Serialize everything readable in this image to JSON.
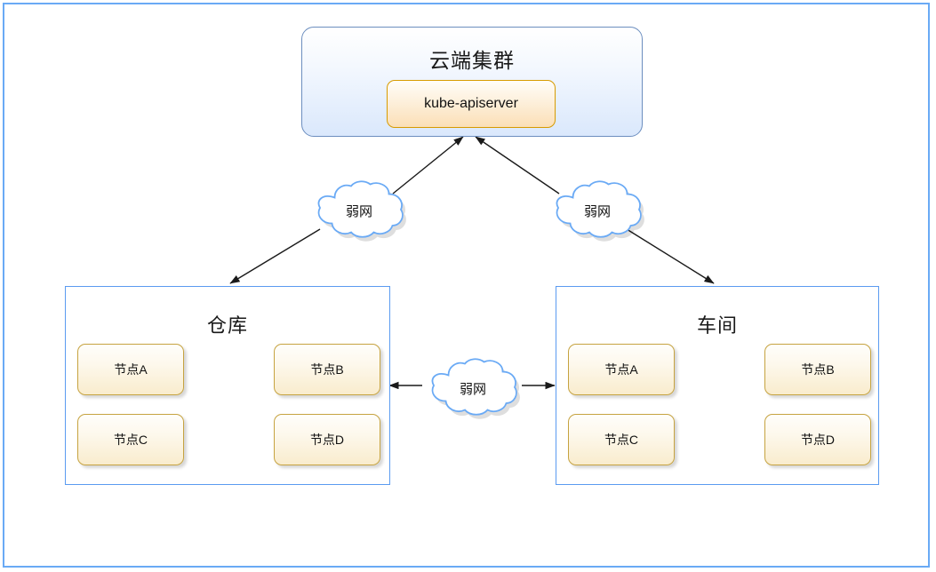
{
  "diagram": {
    "title_text": "云端集群",
    "cloud_cluster": {
      "label": "云端集群",
      "component_label": "kube-apiserver"
    },
    "networks": {
      "left_label": "弱网",
      "right_label": "弱网",
      "middle_label": "弱网"
    },
    "sites": [
      {
        "id": "warehouse",
        "label": "仓库",
        "nodes": [
          {
            "label": "节点A"
          },
          {
            "label": "节点B"
          },
          {
            "label": "节点C"
          },
          {
            "label": "节点D"
          }
        ]
      },
      {
        "id": "workshop",
        "label": "车间",
        "nodes": [
          {
            "label": "节点A"
          },
          {
            "label": "节点B"
          },
          {
            "label": "节点C"
          },
          {
            "label": "节点D"
          }
        ]
      }
    ],
    "colors": {
      "canvas_border": "#6aaaf5",
      "cluster_border": "#6c8ebf",
      "cluster_fill": "#dae8fc",
      "apiserver_border": "#d79b00",
      "apiserver_fill": "#fbdfb6",
      "site_border": "#5b9bf0",
      "node_border": "#c6a340",
      "node_fill": "#f9eccd",
      "cloud_stroke": "#6aaaf5",
      "cloud_fill": "#ffffff",
      "connector": "#1a1a1a"
    },
    "connectors": [
      {
        "from": "cloud-left",
        "to": "cloud-cluster",
        "arrow": "single"
      },
      {
        "from": "cloud-right",
        "to": "cloud-cluster",
        "arrow": "single"
      },
      {
        "from": "cloud-left",
        "to": "site-warehouse",
        "arrow": "single"
      },
      {
        "from": "cloud-right",
        "to": "site-workshop",
        "arrow": "single"
      },
      {
        "from": "site-warehouse",
        "to": "site-workshop",
        "arrow": "double"
      }
    ]
  }
}
